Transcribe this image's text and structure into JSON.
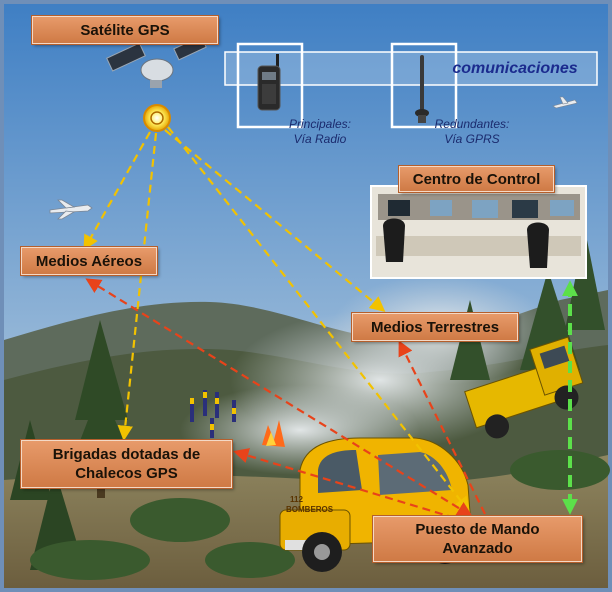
{
  "labels": {
    "satellite": "Satélite GPS",
    "air": "Medios Aéreos",
    "ground": "Medios Terrestres",
    "control": "Centro de Control",
    "brigades": "Brigadas dotadas de\nChalecos GPS",
    "command": "Puesto de Mando\nAvanzado"
  },
  "communications": {
    "title": "comunicaciones",
    "principal": "Principales:\nVía Radio",
    "redundant": "Redundantes:\nVía GPRS"
  },
  "van_text": "BOMBEROS",
  "van_number": "112",
  "colors": {
    "gps_link": "#f2c200",
    "position_link": "#e8431a",
    "control_link": "#5ce04a",
    "label_fill": "#d9834f",
    "comm_text": "#1b2b8e"
  }
}
